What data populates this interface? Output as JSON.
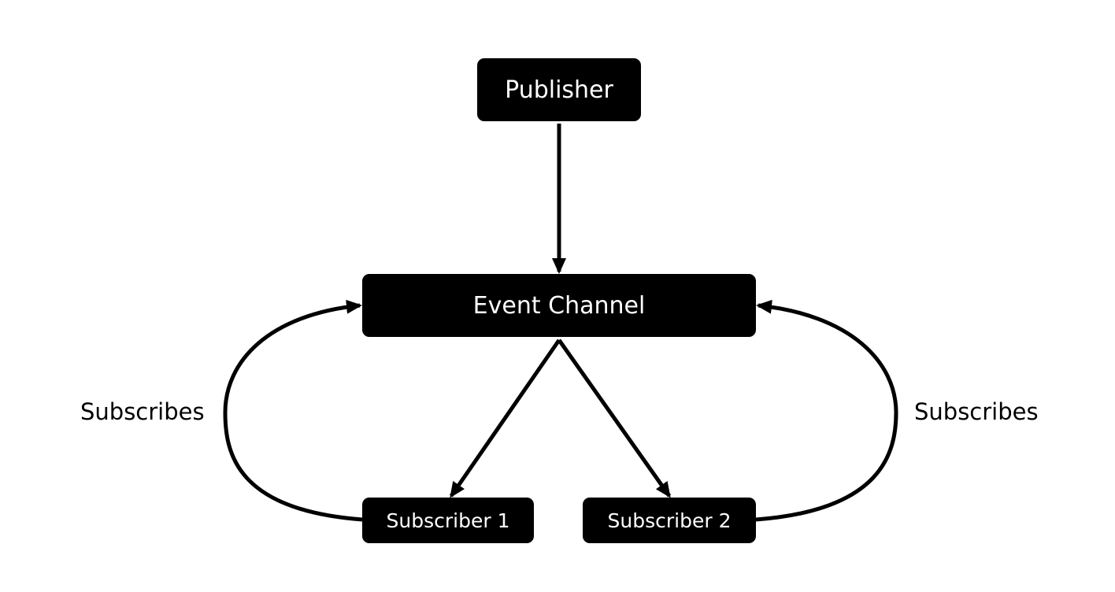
{
  "nodes": {
    "publisher": "Publisher",
    "event_channel": "Event Channel",
    "subscriber_1": "Subscriber 1",
    "subscriber_2": "Subscriber 2"
  },
  "edge_labels": {
    "left": "Subscribes",
    "right": "Subscribes"
  },
  "colors": {
    "node_fill": "#000000",
    "node_text": "#ffffff",
    "line": "#000000",
    "background": "#ffffff"
  }
}
